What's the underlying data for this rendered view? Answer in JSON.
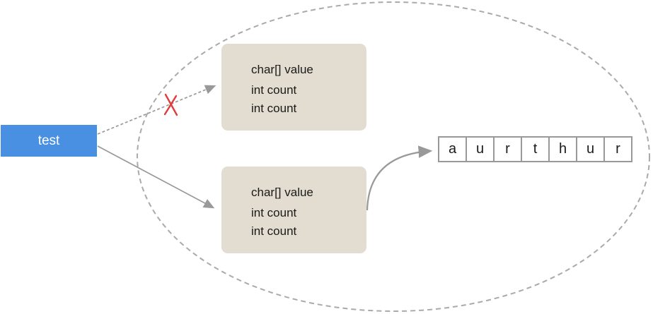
{
  "diagram": {
    "description": "String object sharing diagram: variable 'test' re-pointed from one String object to another inside the heap",
    "colors": {
      "variable_box": "#4a90e2",
      "variable_text": "#ffffff",
      "object_box": "#e3dcd0",
      "text": "#1a1a1a",
      "arrow": "#999999",
      "ellipse": "#aaaaaa",
      "cross": "#e03c3c",
      "cell_border": "#999999",
      "cell_bg": "#ffffff"
    },
    "variable": {
      "label": "test"
    },
    "objects": [
      {
        "fields": [
          "char[] value",
          "int count",
          "int count"
        ]
      },
      {
        "fields": [
          "char[] value",
          "int count",
          "int count"
        ]
      }
    ],
    "char_array": {
      "cells": [
        "a",
        "u",
        "r",
        "t",
        "h",
        "u",
        "r"
      ]
    }
  }
}
